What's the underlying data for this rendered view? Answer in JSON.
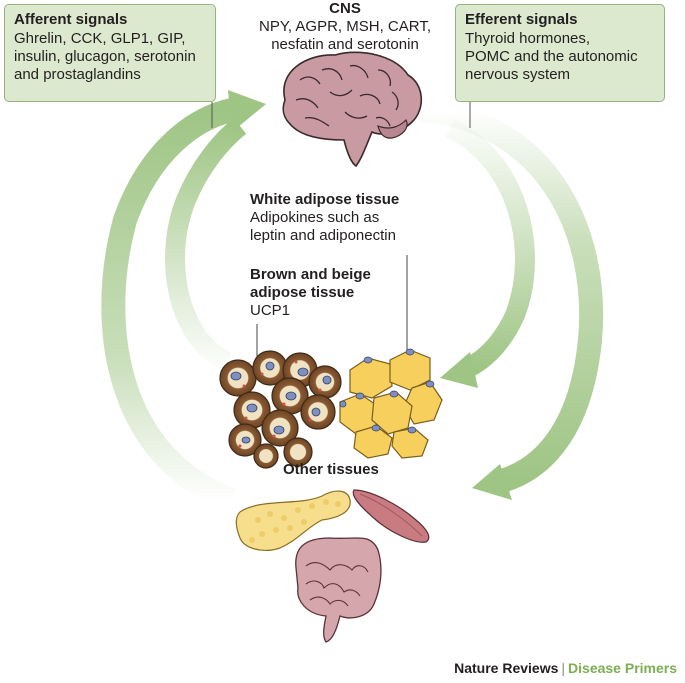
{
  "afferent": {
    "title": "Afferent signals",
    "body": "Ghrelin, CCK, GLP1, GIP,\ninsulin, glucagon, serotonin\nand prostaglandins"
  },
  "efferent": {
    "title": "Efferent signals",
    "body": "Thyroid hormones,\nPOMC and the autonomic\nnervous system"
  },
  "cns": {
    "title": "CNS",
    "body": "NPY, AGPR, MSH, CART,\nnesfatin and serotonin"
  },
  "white_adipose": {
    "title": "White adipose tissue",
    "body": "Adipokines such as\nleptin and adiponectin"
  },
  "brown_adipose": {
    "title": "Brown and beige\nadipose tissue",
    "body": "UCP1"
  },
  "other_tissues": {
    "title": "Other tissues"
  },
  "footer": {
    "journal": "Nature Reviews",
    "separator": "|",
    "section": "Disease Primers"
  },
  "colors": {
    "arrow_green": "#9fc585",
    "box_fill": "#dde9cf",
    "brain": "#c99aa1",
    "white_adipocyte": "#f7cf5c",
    "brown_adipocyte": "#7a5230",
    "pancreas": "#f7de8c",
    "muscle": "#c97b82",
    "intestine": "#d5a6ac",
    "footer_accent": "#7cae52"
  },
  "icons": [
    "brain-icon",
    "brown-adipocytes-icon",
    "white-adipocytes-icon",
    "pancreas-icon",
    "muscle-icon",
    "intestine-icon"
  ]
}
